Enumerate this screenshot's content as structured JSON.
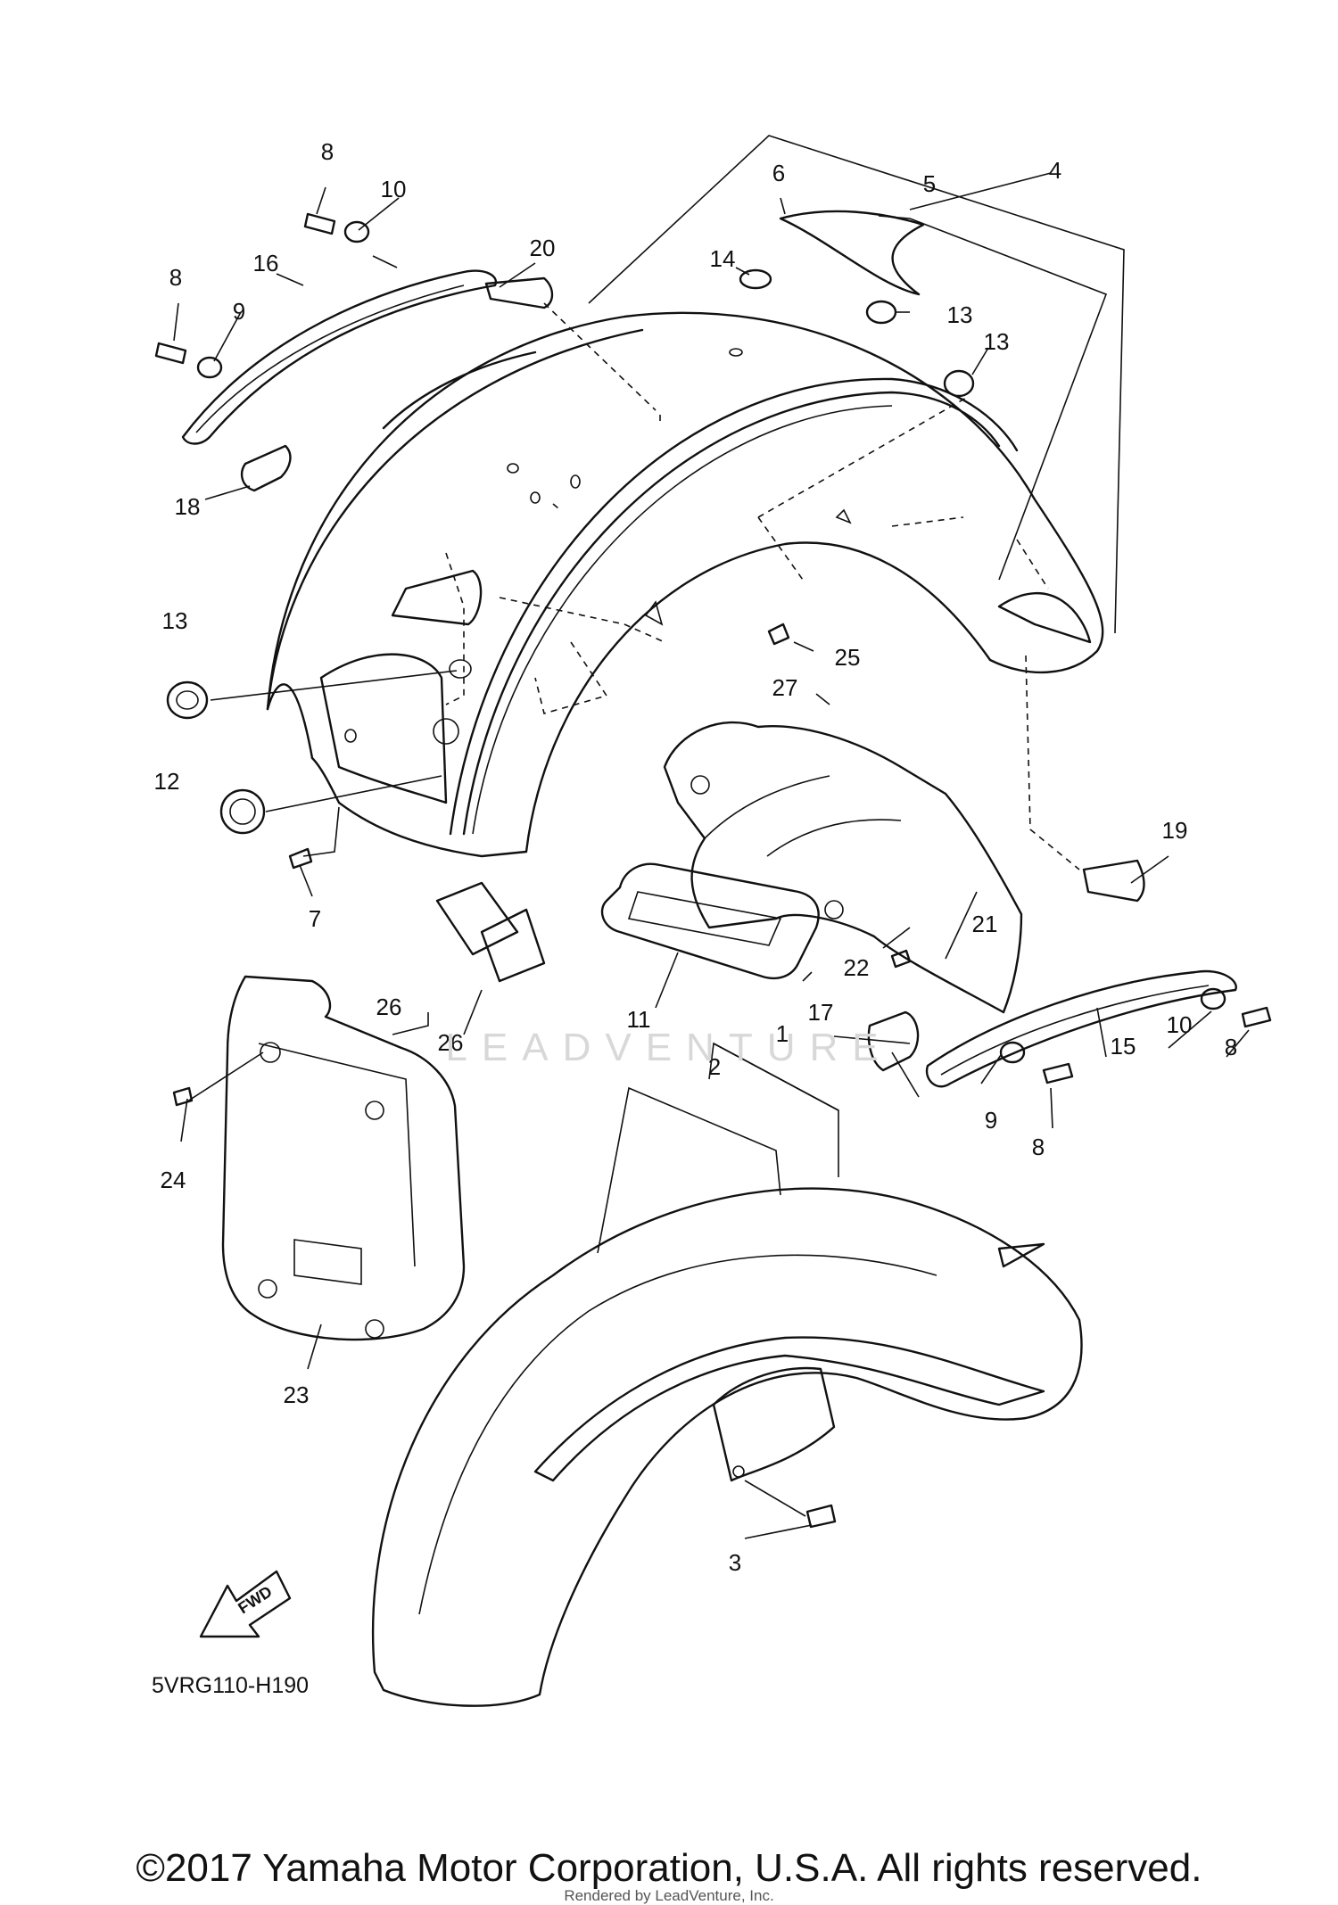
{
  "diagram": {
    "drawing_code": "5VRG110-H190",
    "forward_indicator": "FWD",
    "callouts": [
      {
        "part": "1"
      },
      {
        "part": "2"
      },
      {
        "part": "3"
      },
      {
        "part": "4"
      },
      {
        "part": "5"
      },
      {
        "part": "6"
      },
      {
        "part": "7"
      },
      {
        "part": "8"
      },
      {
        "part": "8"
      },
      {
        "part": "8"
      },
      {
        "part": "8"
      },
      {
        "part": "9"
      },
      {
        "part": "9"
      },
      {
        "part": "10"
      },
      {
        "part": "10"
      },
      {
        "part": "11"
      },
      {
        "part": "12"
      },
      {
        "part": "13"
      },
      {
        "part": "13"
      },
      {
        "part": "13"
      },
      {
        "part": "14"
      },
      {
        "part": "15"
      },
      {
        "part": "16"
      },
      {
        "part": "17"
      },
      {
        "part": "18"
      },
      {
        "part": "19"
      },
      {
        "part": "20"
      },
      {
        "part": "21"
      },
      {
        "part": "22"
      },
      {
        "part": "23"
      },
      {
        "part": "24"
      },
      {
        "part": "25"
      },
      {
        "part": "26"
      },
      {
        "part": "26"
      },
      {
        "part": "27"
      }
    ]
  },
  "watermark": "LEADVENTURE",
  "footer": {
    "copyright": "©2017 Yamaha Motor Corporation, U.S.A. All rights reserved.",
    "rendered_by": "Rendered by LeadVenture, Inc."
  }
}
